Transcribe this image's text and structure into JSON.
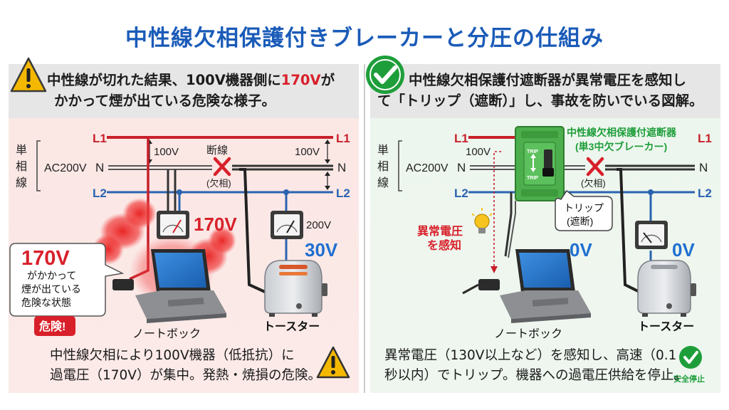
{
  "title": "中性線欠相保護付きブレーカーと分圧の仕組み",
  "left": {
    "caption_1a": "中性線が切れた結果、100V機器側に",
    "caption_1b": "170V",
    "caption_1c": "が",
    "caption_2": "かかって煙が出ている危険な様子。",
    "line_l1": "L1",
    "line_n": "N",
    "line_l2": "L2",
    "line_l1_right": "L1",
    "line_n_right": "N",
    "line_l2_right": "L2",
    "source_label": "AC200V",
    "vertical_label": [
      "単",
      "相",
      "線"
    ],
    "v_left": "100V",
    "v_right": "100V",
    "break_label": "断線",
    "break_sub": "(欠相)",
    "meter_reading": "170V",
    "meter2_reading": "200V",
    "toaster_voltage": "30V",
    "callout_voltage": "170V",
    "callout_text": [
      "がかかって",
      "煙が出ている",
      "危険な状態"
    ],
    "danger_badge": "危険!",
    "laptop_label": "ノートボック",
    "toaster_label": "トースター",
    "bottom_1": "中性線欠相により100V機器（低抵抗）に",
    "bottom_2": "過電圧（170V）が集中。発熱・焼損の危険。"
  },
  "right": {
    "caption_1": "中性線欠相保護付遮断器が異常電圧を感知し",
    "caption_2": "て「トリップ（遮断）」し、事故を防いでいる図解。",
    "line_l1": "L1",
    "line_n": "N",
    "line_l2": "L2",
    "line_l1_right": "L1",
    "line_n_right": "N",
    "line_l2_right": "L2",
    "source_label": "AC200V",
    "vertical_label": [
      "単",
      "相",
      "線"
    ],
    "v_label": "100V",
    "breaker_title_1": "中性線欠相保護付遮断器",
    "breaker_title_2": "(単3中欠ブレーカー)",
    "breaker_trip_top": "TRIP",
    "breaker_trip_bottom": "TRIP",
    "break_sub": "(欠相)",
    "trip_callout": [
      "トリップ",
      "(遮断)"
    ],
    "abnormal": [
      "異常電圧",
      "を感知"
    ],
    "laptop_voltage": "0V",
    "toaster_voltage": "0V",
    "laptop_label": "ノートボック",
    "toaster_label": "トースター",
    "bottom_1": "異常電圧（130V以上など）を感知し、高速（0.1",
    "bottom_2": "秒以内）でトリップ。機器への過電圧供給を停止。",
    "safe_label": "安全停止"
  },
  "colors": {
    "title": "#1a5bb8",
    "l1": "#c8202a",
    "l2": "#2a63b0",
    "danger": "#d8202a",
    "safe_green": "#1e9e3a",
    "blue_text": "#1f6fd0"
  }
}
